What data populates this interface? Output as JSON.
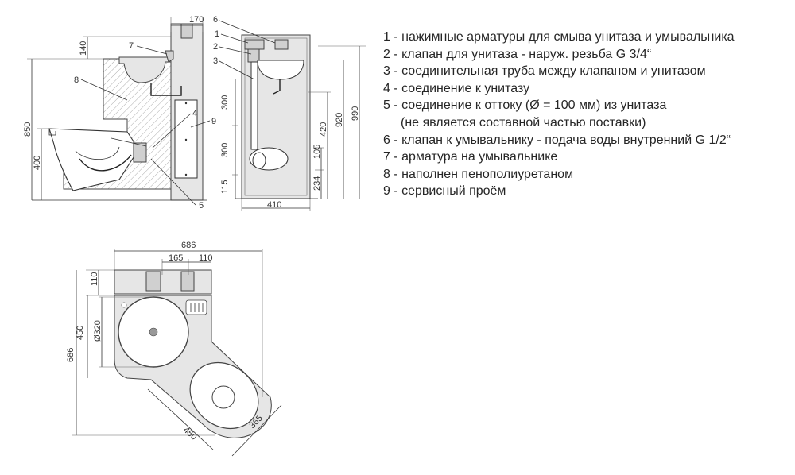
{
  "legend": [
    "1 - нажимные арматуры для смыва унитаза и умывальника",
    "2 - клапан для унитаза - наруж. резьба G 3/4“",
    "3 - соединительная труба между клапаном и унитазом",
    "4 - соединение к унитазу",
    "5 - соединение к оттоку (Ø = 100 мм) из унитаза",
    "(не является составной частью поставки)",
    "6 - клапан к умывальнику - подача воды внутренний G 1/2“",
    "7 - арматура на умывальнике",
    "8 - наполнен пенополиуретаном",
    "9 - сервисный проём"
  ],
  "side_view": {
    "callouts": [
      "7",
      "8",
      "4",
      "9",
      "5"
    ],
    "dims": [
      "170",
      "140",
      "850",
      "400"
    ]
  },
  "front_view": {
    "callouts": [
      "6",
      "1",
      "2",
      "3"
    ],
    "dims": [
      "300",
      "300",
      "115",
      "420",
      "920",
      "990",
      "105",
      "234",
      "410"
    ]
  },
  "top_view": {
    "dims": [
      "686",
      "165",
      "110",
      "110",
      "450",
      "Ø320",
      "686",
      "450",
      "365"
    ]
  }
}
